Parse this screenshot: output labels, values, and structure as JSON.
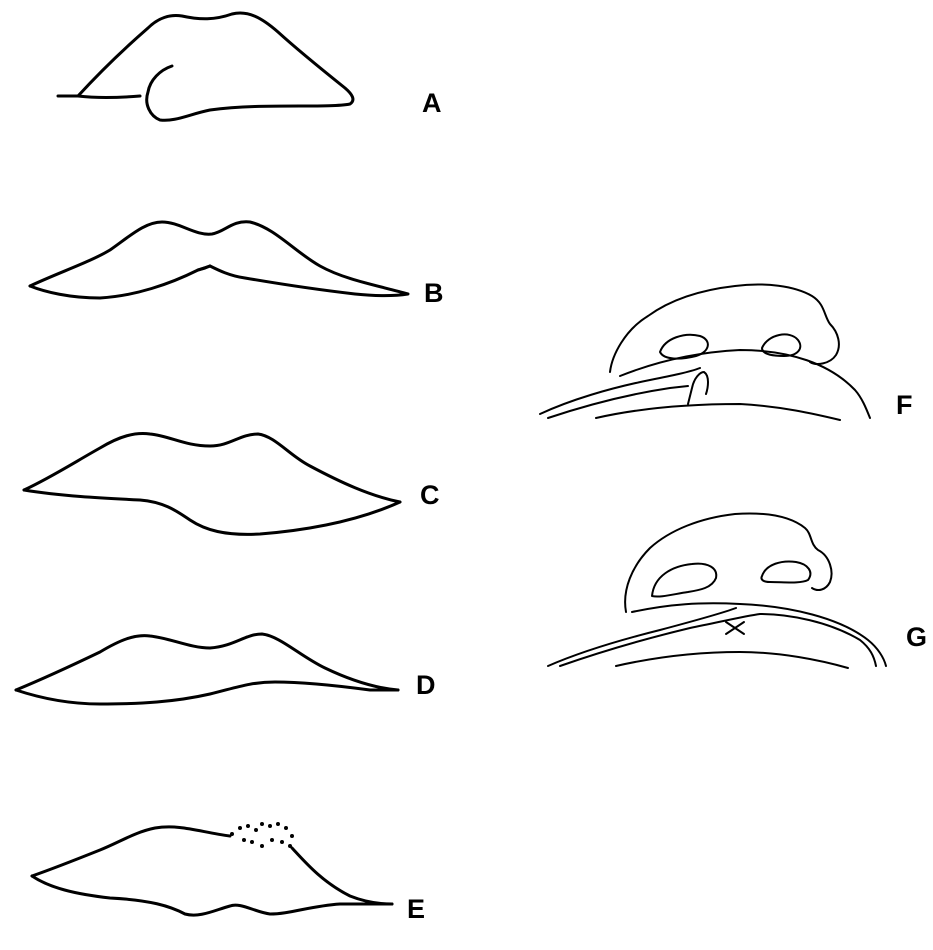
{
  "panels": {
    "a": {
      "label": "A"
    },
    "b": {
      "label": "B"
    },
    "c": {
      "label": "C"
    },
    "d": {
      "label": "D"
    },
    "e": {
      "label": "E"
    },
    "f": {
      "label": "F"
    },
    "g": {
      "label": "G"
    }
  },
  "colors": {
    "line": "#000000",
    "background": "#ffffff"
  }
}
